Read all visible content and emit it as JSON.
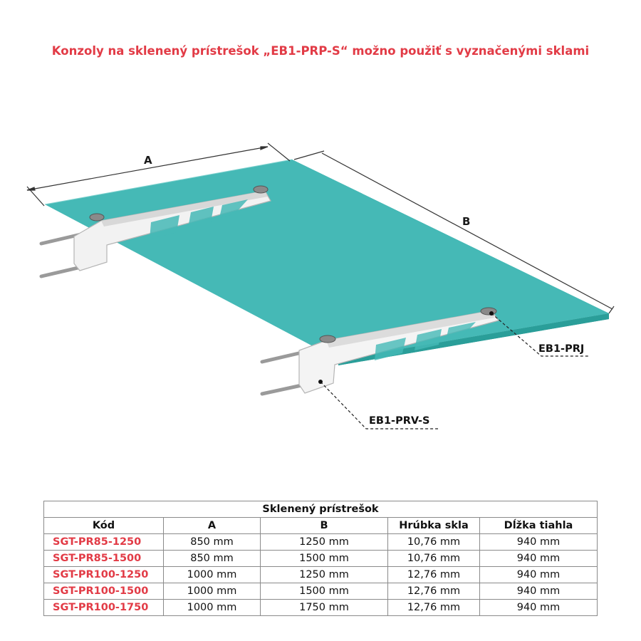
{
  "title": "Konzoly na sklenený prístrešok „EB1-PRP-S“ možno použiť s vyznačenými sklami",
  "colors": {
    "title": "#e23b46",
    "glass_top": "#45b9b6",
    "glass_edge": "#2a9e99",
    "code_highlight": "#e23b46"
  },
  "diagram": {
    "dim_a": "A",
    "dim_b": "B",
    "callout_prj": "EB1-PRJ",
    "callout_prv": "EB1-PRV-S"
  },
  "table": {
    "caption": "Sklenený prístrešok",
    "headers": [
      "Kód",
      "A",
      "B",
      "Hrúbka skla",
      "Dĺžka tiahla"
    ],
    "rows": [
      [
        "SGT-PR85-1250",
        "850 mm",
        "1250 mm",
        "10,76 mm",
        "940 mm"
      ],
      [
        "SGT-PR85-1500",
        "850 mm",
        "1500 mm",
        "10,76 mm",
        "940 mm"
      ],
      [
        "SGT-PR100-1250",
        "1000 mm",
        "1250 mm",
        "12,76 mm",
        "940 mm"
      ],
      [
        "SGT-PR100-1500",
        "1000 mm",
        "1500 mm",
        "12,76 mm",
        "940 mm"
      ],
      [
        "SGT-PR100-1750",
        "1000 mm",
        "1750 mm",
        "12,76 mm",
        "940 mm"
      ]
    ]
  }
}
